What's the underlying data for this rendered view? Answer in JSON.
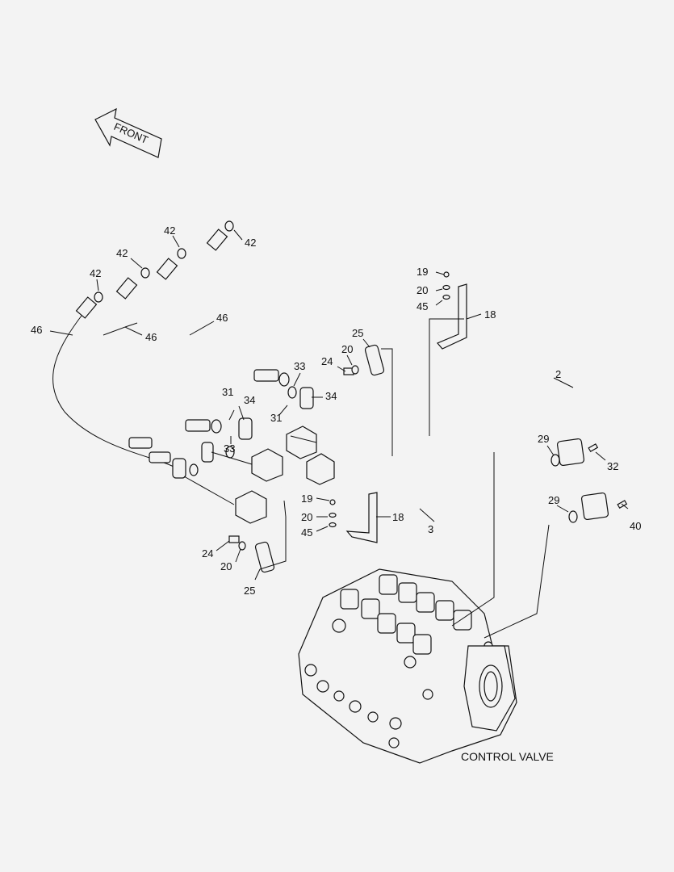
{
  "diagram": {
    "front_label": "FRONT",
    "control_valve_label": "CONTROL VALVE",
    "callouts": {
      "c42a": "42",
      "c42b": "42",
      "c42c": "42",
      "c42d": "42",
      "c46a": "46",
      "c46b": "46",
      "c46c": "46",
      "c19a": "19",
      "c20a": "20",
      "c45a": "45",
      "c18a": "18",
      "c25a": "25",
      "c20b": "20",
      "c24a": "24",
      "c33a": "33",
      "c34a": "34",
      "c31a": "31",
      "c31b": "31",
      "c34b": "34",
      "c33b": "33",
      "c2": "2",
      "c29a": "29",
      "c32": "32",
      "c29b": "29",
      "c40": "40",
      "c19b": "19",
      "c20c": "20",
      "c45b": "45",
      "c18b": "18",
      "c3": "3",
      "c24b": "24",
      "c20d": "20",
      "c25b": "25"
    }
  }
}
